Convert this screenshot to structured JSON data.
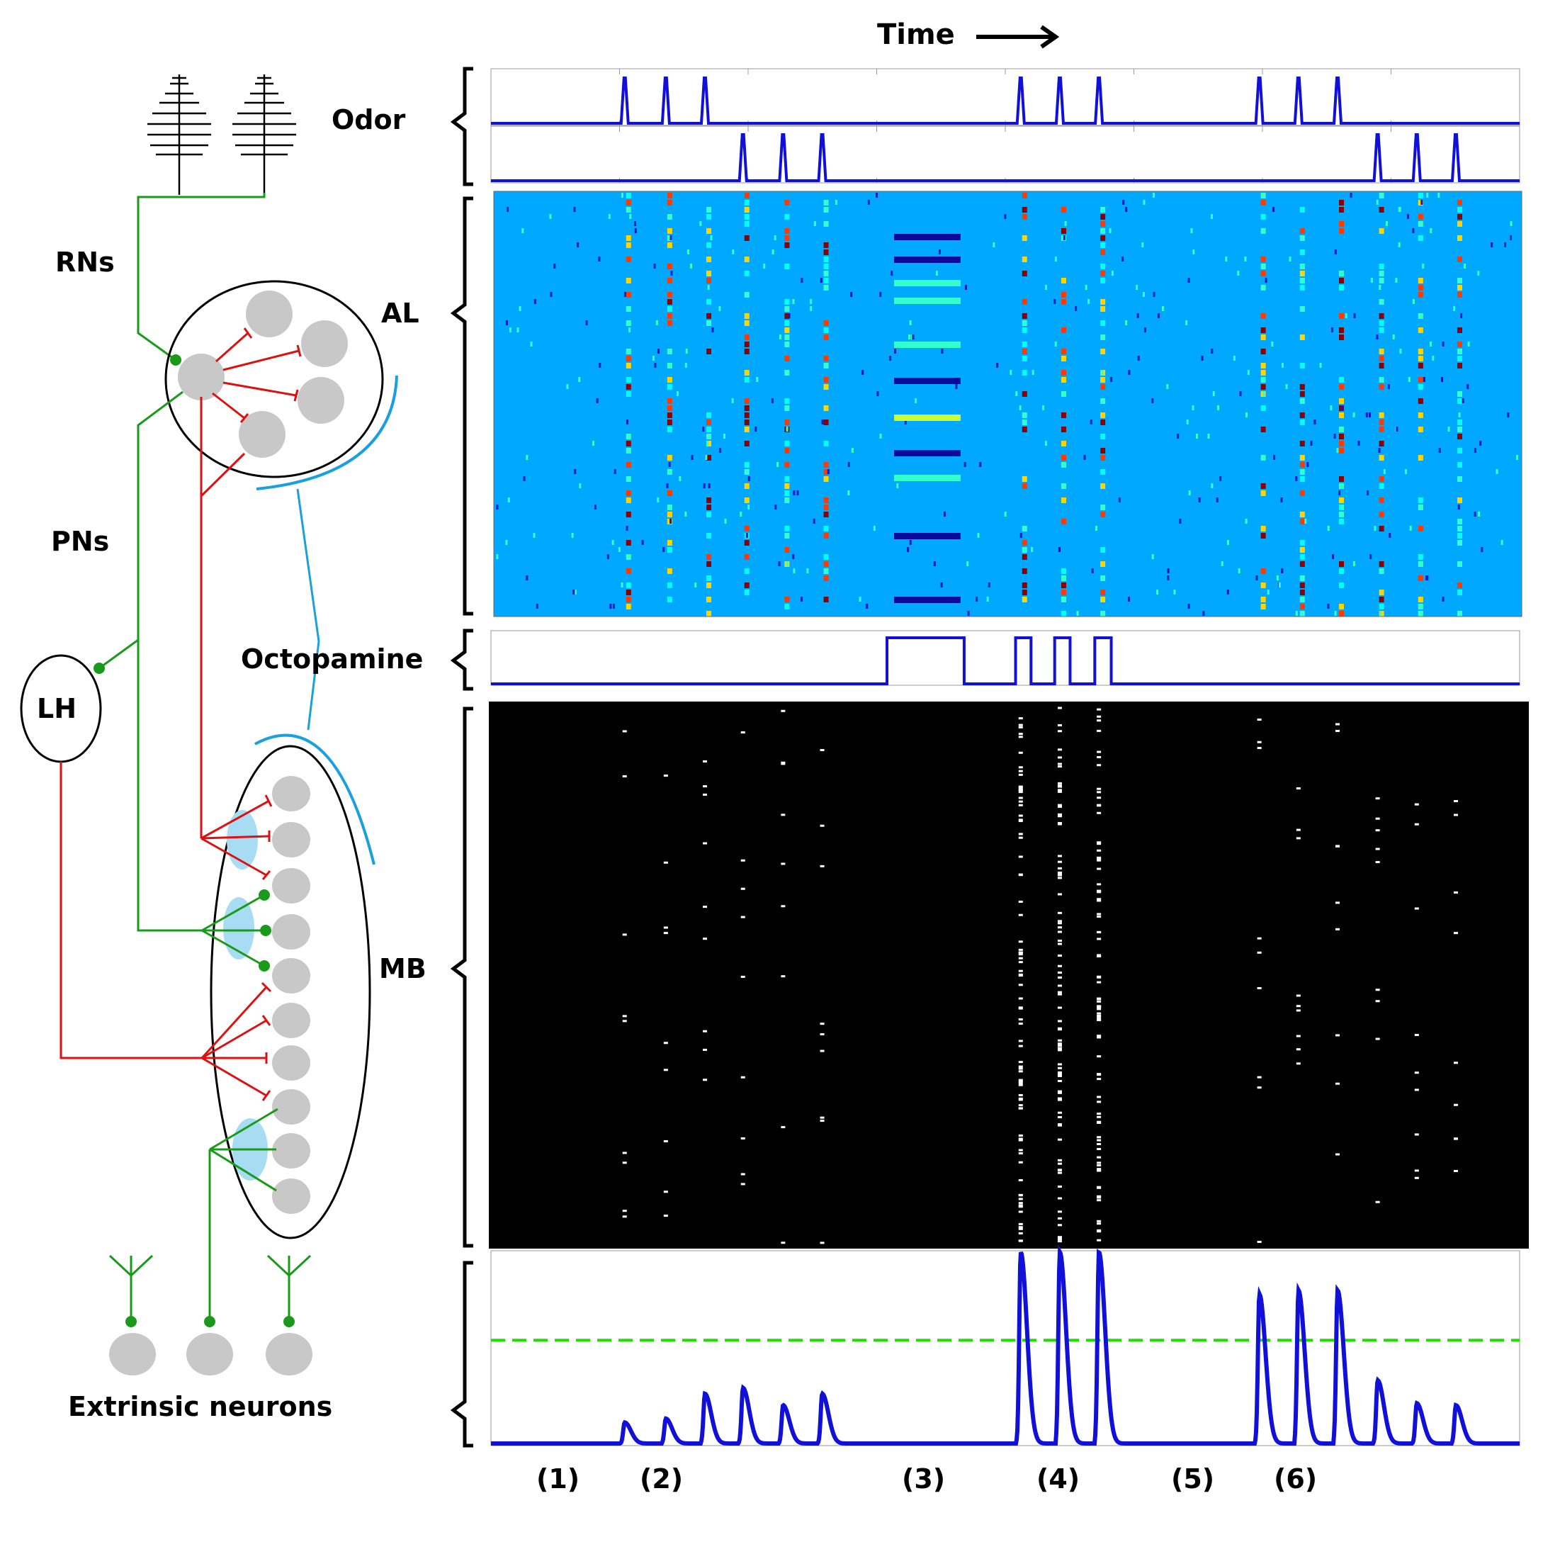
{
  "labels": {
    "time": "Time",
    "odor": "Odor",
    "rns": "RNs",
    "al": "AL",
    "pns": "PNs",
    "octopamine": "Octopamine",
    "lh": "LH",
    "mb": "MB",
    "extrinsic": "Extrinsic neurons"
  },
  "phases": [
    "(1)",
    "(2)",
    "(3)",
    "(4)",
    "(5)",
    "(6)"
  ],
  "colors": {
    "trace": "#1010d8",
    "threshold": "#22dd00",
    "excitatory": "#1a9a1a",
    "inhibitory": "#dd1111",
    "octopamine_arc": "#1aa0e0",
    "neuron_fill": "#c8c8c8",
    "al_background": "#00a8ff",
    "mb_background": "#000000",
    "pn_cluster": "#a8dcf2"
  },
  "chart_data": {
    "type": "line",
    "x_label": "Time",
    "odor_A_pulse_times": [
      0.13,
      0.17,
      0.208,
      0.515,
      0.553,
      0.591,
      0.747,
      0.785,
      0.823
    ],
    "odor_B_pulse_times": [
      0.245,
      0.284,
      0.322,
      0.862,
      0.9,
      0.938
    ],
    "octopamine_blocks": [
      [
        0.385,
        0.46
      ],
      [
        0.51,
        0.525
      ],
      [
        0.548,
        0.563
      ],
      [
        0.587,
        0.603
      ]
    ],
    "extrinsic_peaks": [
      {
        "t": 0.13,
        "v": 0.11
      },
      {
        "t": 0.17,
        "v": 0.13
      },
      {
        "t": 0.208,
        "v": 0.26
      },
      {
        "t": 0.245,
        "v": 0.29
      },
      {
        "t": 0.284,
        "v": 0.2
      },
      {
        "t": 0.322,
        "v": 0.26
      },
      {
        "t": 0.515,
        "v": 1.0
      },
      {
        "t": 0.553,
        "v": 1.0
      },
      {
        "t": 0.591,
        "v": 1.0
      },
      {
        "t": 0.747,
        "v": 0.78
      },
      {
        "t": 0.785,
        "v": 0.8
      },
      {
        "t": 0.823,
        "v": 0.8
      },
      {
        "t": 0.862,
        "v": 0.33
      },
      {
        "t": 0.9,
        "v": 0.21
      },
      {
        "t": 0.938,
        "v": 0.2
      }
    ],
    "threshold": 0.54
  }
}
